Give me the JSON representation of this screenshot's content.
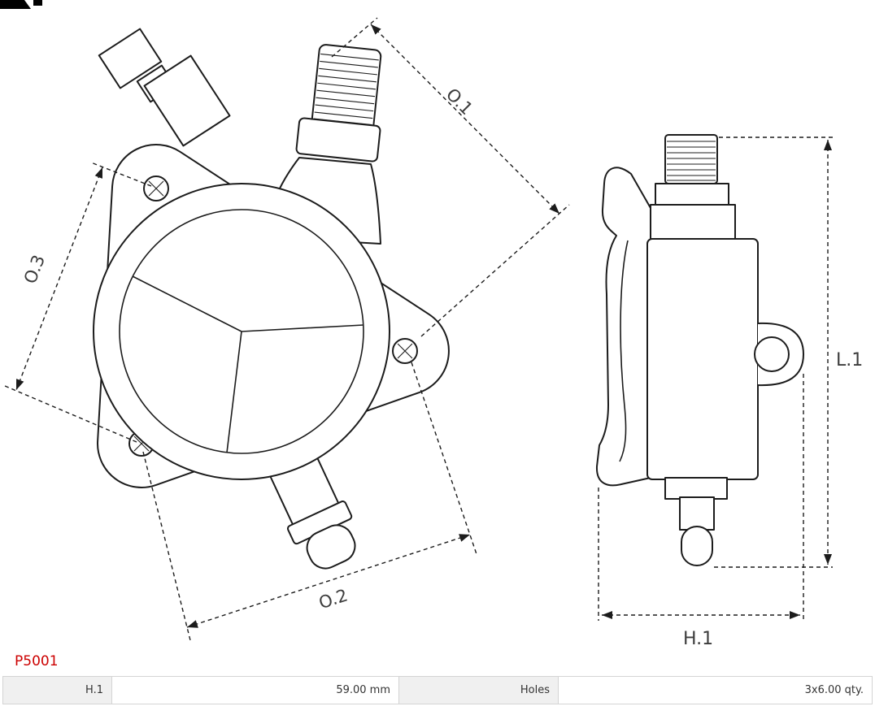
{
  "part": {
    "number": "P5001",
    "color": "#cc0000"
  },
  "diagram": {
    "stroke_color": "#1c1c1c",
    "label_color": "#3c3c3c",
    "labels": {
      "o1": "O.1",
      "o2": "O.2",
      "o3": "O.3",
      "l1": "L.1",
      "h1": "H.1"
    }
  },
  "spec_table": {
    "cells": [
      {
        "text": "H.1",
        "shaded": true
      },
      {
        "text": "59.00 mm",
        "shaded": false
      },
      {
        "text": "Holes",
        "shaded": true
      },
      {
        "text": "3x6.00 qty.",
        "shaded": false
      }
    ]
  }
}
